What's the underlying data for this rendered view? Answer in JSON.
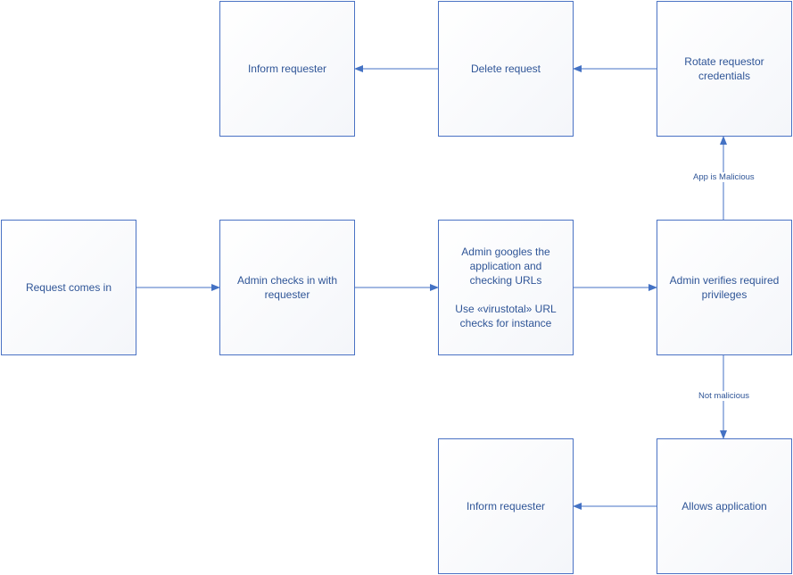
{
  "nodes": {
    "request_comes_in": "Request comes in",
    "admin_checks_in": "Admin checks in with requester",
    "admin_googles": "Admin googles the application and checking URLs",
    "virustotal_note": "Use «virustotal» URL checks for instance",
    "admin_verifies": "Admin verifies required privileges",
    "rotate_credentials": "Rotate requestor credentials",
    "delete_request": "Delete request",
    "inform_requester_top": "Inform requester",
    "allows_application": "Allows application",
    "inform_requester_bottom": "Inform requester"
  },
  "edge_labels": {
    "malicious": "App is Malicious",
    "not_malicious": "Not malicious"
  },
  "colors": {
    "line": "#4472c4",
    "text": "#2f5597",
    "border": "#4a72c4"
  }
}
